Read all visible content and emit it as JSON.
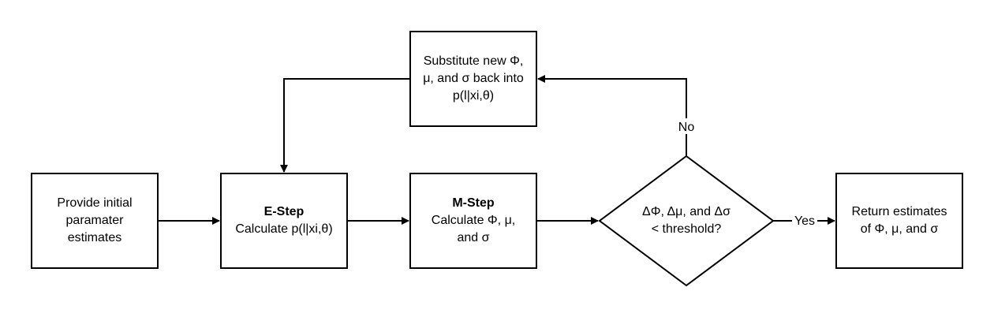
{
  "nodes": {
    "start": {
      "lines": [
        "Provide initial",
        "paramater",
        "estimates"
      ]
    },
    "estep": {
      "title": "E-Step",
      "lines": [
        "Calculate p(l|xi,θ)"
      ]
    },
    "mstep": {
      "title": "M-Step",
      "lines": [
        "Calculate Φ, μ,",
        "and σ"
      ]
    },
    "decision": {
      "lines": [
        "ΔΦ, Δμ, and Δσ",
        "< threshold?"
      ]
    },
    "result": {
      "lines": [
        "Return estimates",
        "of Φ, μ, and σ"
      ]
    },
    "substitute": {
      "lines": [
        "Substitute new Φ,",
        "μ, and σ back into",
        "p(l|xi,θ)"
      ]
    }
  },
  "edges": {
    "no_label": "No",
    "yes_label": "Yes"
  }
}
